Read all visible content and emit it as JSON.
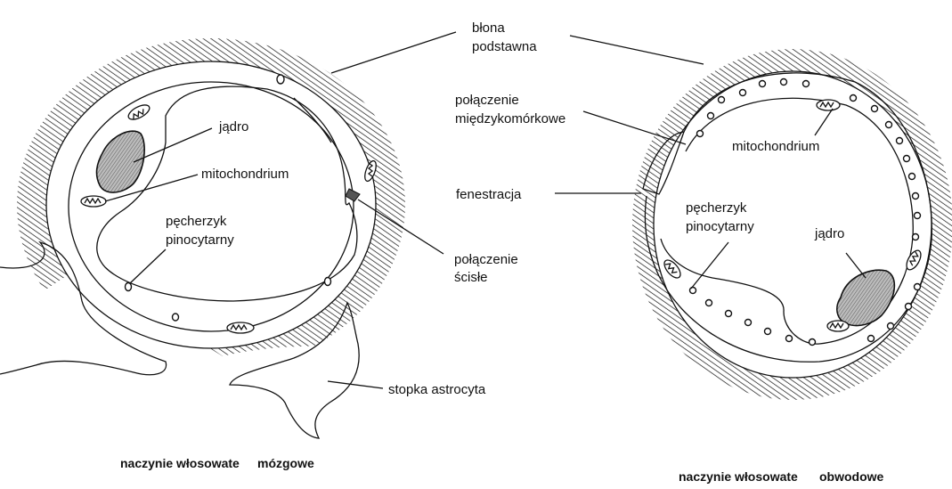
{
  "colors": {
    "stroke": "#111111",
    "background": "#ffffff",
    "nucleus_fill": "#9a9a9a",
    "junction_fill": "#555555"
  },
  "labels": {
    "blona": "błona",
    "podstawna": "podstawna",
    "polaczenie_miedzy_1": "połączenie",
    "polaczenie_miedzy_2": "międzykomórkowe",
    "jadro_left": "jądro",
    "mito_left": "mitochondrium",
    "pecherzyk_left_1": "pęcherzyk",
    "pecherzyk_left_2": "pinocytarny",
    "polaczenie_scisle_1": "połączenie",
    "polaczenie_scisle_2": "ścisłe",
    "stopka": "stopka astrocyta",
    "fenestracja": "fenestracja",
    "mito_right": "mitochondrium",
    "pecherzyk_right_1": "pęcherzyk",
    "pecherzyk_right_2": "pinocytarny",
    "jadro_right": "jądro"
  },
  "captions": {
    "left_a": "naczynie włosowate",
    "left_b": "mózgowe",
    "right_a": "naczynie włosowate",
    "right_b": "obwodowe"
  }
}
